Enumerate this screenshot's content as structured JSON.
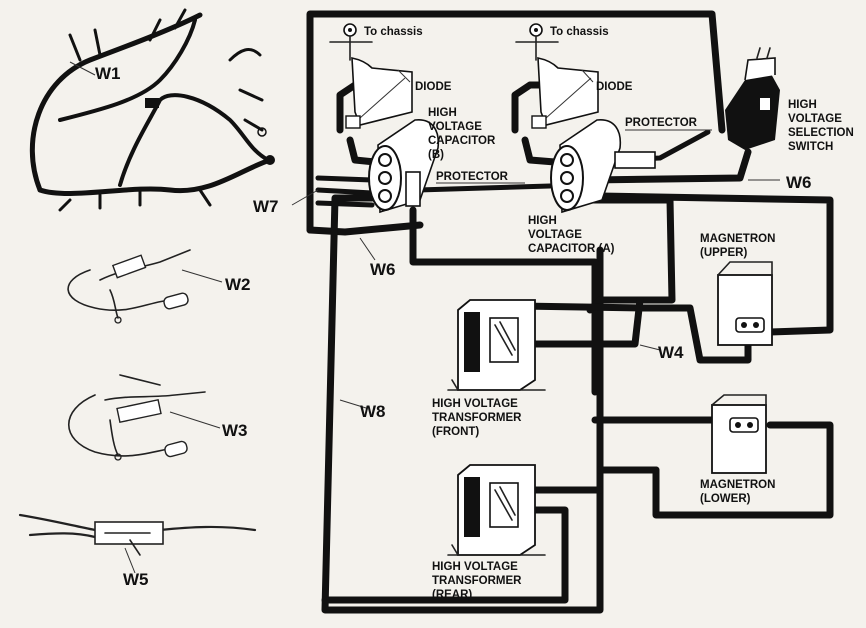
{
  "harness_labels": {
    "w1": "W1",
    "w2": "W2",
    "w3": "W3",
    "w4": "W4",
    "w5": "W5",
    "w6_top": "W6",
    "w6_bottom": "W6",
    "w7": "W7",
    "w8": "W8"
  },
  "components": {
    "chassis_left": "To chassis",
    "chassis_right": "To chassis",
    "diode_left": "DIODE",
    "diode_right": "DIODE",
    "capacitor_b": [
      "HIGH",
      "VOLTAGE",
      "CAPACITOR",
      "(B)"
    ],
    "capacitor_a": [
      "HIGH",
      "VOLTAGE",
      "CAPACITOR (A)"
    ],
    "protector_left": "PROTECTOR",
    "protector_right": "PROTECTOR",
    "selection_switch": [
      "HIGH",
      "VOLTAGE",
      "SELECTION",
      "SWITCH"
    ],
    "magnetron_upper": [
      "MAGNETRON",
      "(UPPER)"
    ],
    "magnetron_lower": [
      "MAGNETRON",
      "(LOWER)"
    ],
    "transformer_front": [
      "HIGH VOLTAGE",
      "TRANSFORMER",
      "(FRONT)"
    ],
    "transformer_rear": [
      "HIGH VOLTAGE",
      "TRANSFORMER",
      "(REAR)"
    ]
  }
}
